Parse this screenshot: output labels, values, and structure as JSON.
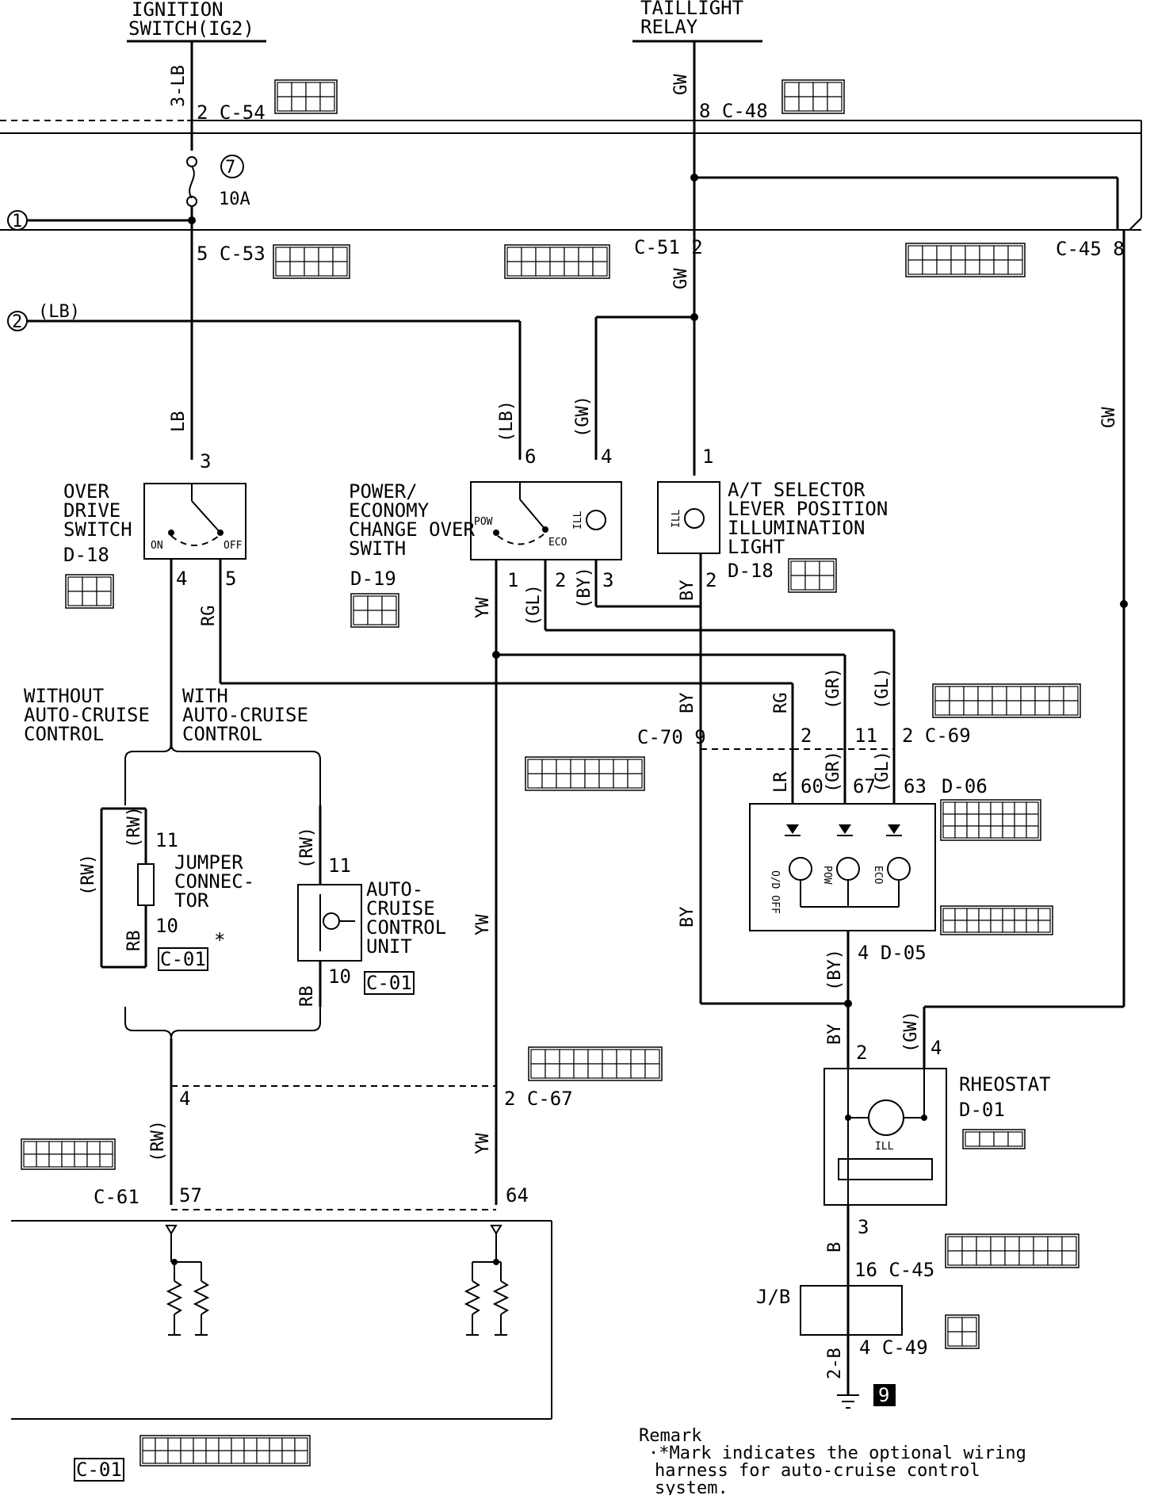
{
  "sources": {
    "ignition_switch": {
      "line1": "IGNITION",
      "line2": "SWITCH(IG2)"
    },
    "taillight_relay": {
      "line1": "TAILLIGHT",
      "line2": "RELAY"
    }
  },
  "fuse": {
    "number": "7",
    "rating": "10A"
  },
  "refs": {
    "r1": "1",
    "r2": "2"
  },
  "wires": {
    "w_3lb": "3-LB",
    "w_lb": "LB",
    "w_lb_paren": "(LB)",
    "w_gw": "GW",
    "w_gw_paren": "(GW)",
    "w_rg": "RG",
    "w_yw": "YW",
    "w_gl_paren": "(GL)",
    "w_by": "BY",
    "w_by_paren": "(BY)",
    "w_gr_paren": "(GR)",
    "w_lr": "LR",
    "w_rw_paren": "(RW)",
    "w_rb": "RB",
    "w_b": "B",
    "w_2b": "2-B"
  },
  "connectors": {
    "c54": {
      "label": "2 C-54"
    },
    "c48": {
      "label": "8 C-48"
    },
    "c53": {
      "label": "5 C-53"
    },
    "c51": {
      "label": "C-51 2"
    },
    "c45_top": {
      "label": "C-45 8"
    },
    "c70": {
      "label": "C-70 9"
    },
    "c69": {
      "pin_a": "2",
      "pin_b": "11",
      "label": "2 C-69"
    },
    "d05": {
      "label": "4 D-05"
    },
    "c67": {
      "pin_a": "4",
      "label": "2 C-67"
    },
    "c61": {
      "label": "C-61",
      "pin_a": "57",
      "pin_b": "64"
    },
    "c45_bottom": {
      "label": "16 C-45"
    },
    "c49": {
      "label": "4 C-49"
    }
  },
  "over_drive_switch": {
    "title1": "OVER",
    "title2": "DRIVE",
    "title3": "SWITCH",
    "connector": "D-18",
    "pin_in": "3",
    "pin4": "4",
    "pin5": "5",
    "on": "ON",
    "off": "OFF"
  },
  "power_economy_switch": {
    "title1": "POWER/",
    "title2": "ECONOMY",
    "title3": "CHANGE OVER",
    "title4": "SWITH",
    "connector": "D-19",
    "pin6": "6",
    "pin4": "4",
    "pin1": "1",
    "pin2": "2",
    "pin3": "3",
    "pow": "POW",
    "eco": "ECO",
    "ill": "ILL"
  },
  "at_selector": {
    "title1": "A/T SELECTOR",
    "title2": "LEVER POSITION",
    "title3": "ILLUMINATION",
    "title4": "LIGHT",
    "connector": "D-18",
    "pin1": "1",
    "pin2": "2",
    "ill": "ILL"
  },
  "indicator": {
    "pin60": "60",
    "pin67": "67",
    "pin63": "63",
    "connector": "D-06",
    "od_off": "O/D OFF",
    "pow": "POW",
    "eco": "ECO"
  },
  "rheostat": {
    "title": "RHEOSTAT",
    "connector": "D-01",
    "pin2": "2",
    "pin4": "4",
    "pin3": "3",
    "ill": "ILL"
  },
  "junction_block": {
    "label": "J/B"
  },
  "ground": {
    "ref": "9"
  },
  "variants": {
    "without": {
      "line1": "WITHOUT",
      "line2": "AUTO-CRUISE",
      "line3": "CONTROL"
    },
    "with": {
      "line1": "WITH",
      "line2": "AUTO-CRUISE",
      "line3": "CONTROL"
    }
  },
  "jumper": {
    "title1": "JUMPER",
    "title2": "CONNEC-",
    "title3": "TOR",
    "pin11": "11",
    "pin10": "10",
    "connector": "C-01",
    "star": "*"
  },
  "auto_cruise": {
    "title1": "AUTO-",
    "title2": "CRUISE",
    "title3": "CONTROL",
    "title4": "UNIT",
    "pin11": "11",
    "pin10": "10",
    "connector": "C-01"
  },
  "bottom": {
    "connector": "C-01"
  },
  "remark": {
    "title": "Remark",
    "line1": "·*Mark indicates the optional wiring",
    "line2": "harness for auto-cruise control",
    "line3": "system."
  }
}
